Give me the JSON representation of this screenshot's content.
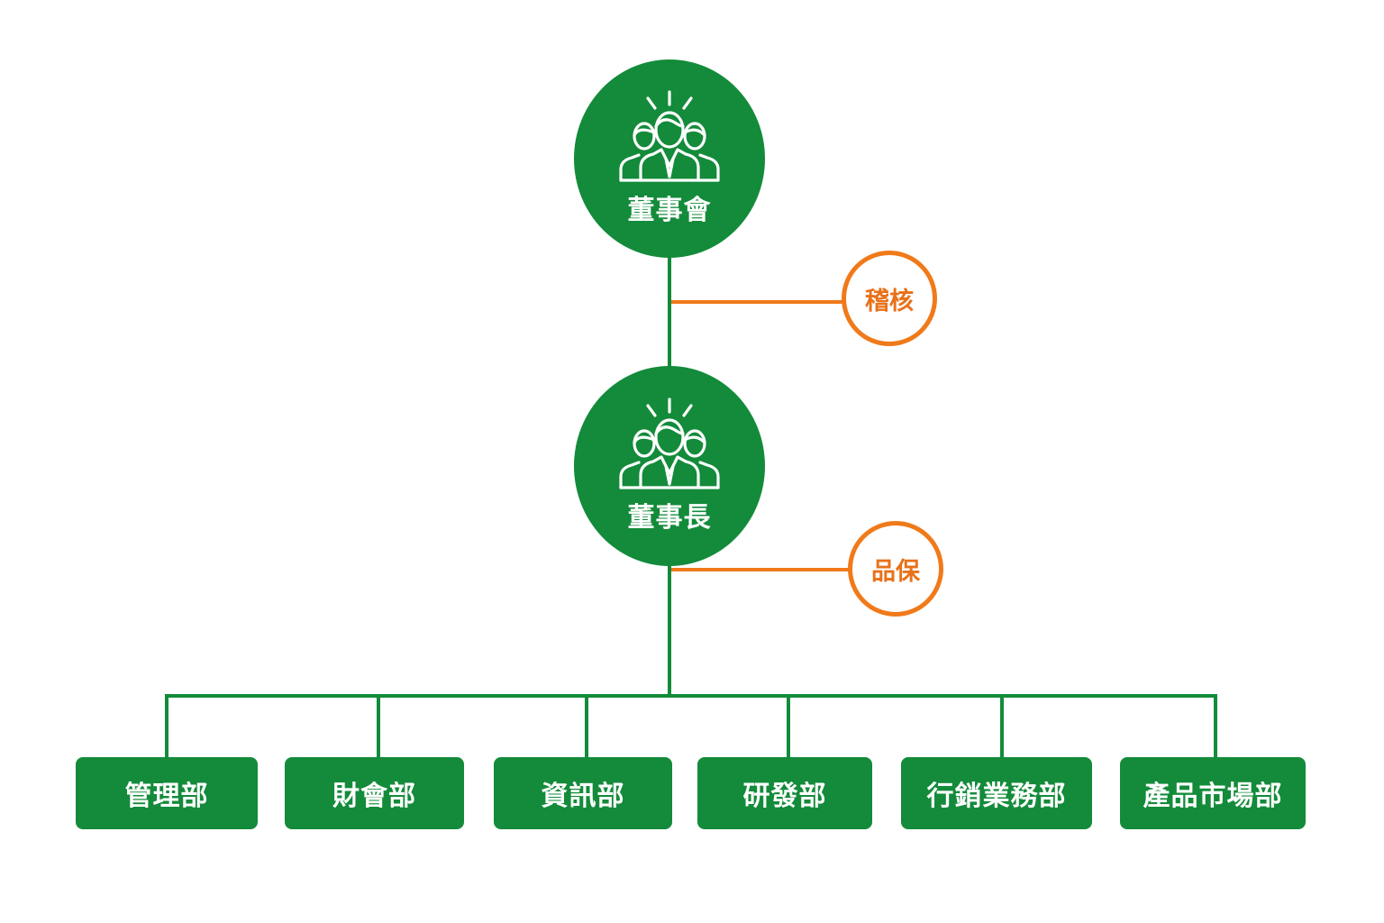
{
  "board": {
    "label": "董事會",
    "icon": "people-group-icon"
  },
  "chairman": {
    "label": "董事長",
    "icon": "people-group-icon"
  },
  "audit": {
    "label": "稽核"
  },
  "quality": {
    "label": "品保"
  },
  "departments": [
    {
      "label": "管理部"
    },
    {
      "label": "財會部"
    },
    {
      "label": "資訊部"
    },
    {
      "label": "研發部"
    },
    {
      "label": "行銷業務部"
    },
    {
      "label": "產品市場部"
    }
  ],
  "colors": {
    "primary_green": "#138b3a",
    "line_green": "#138b3a",
    "accent_orange": "#f07a1a"
  }
}
